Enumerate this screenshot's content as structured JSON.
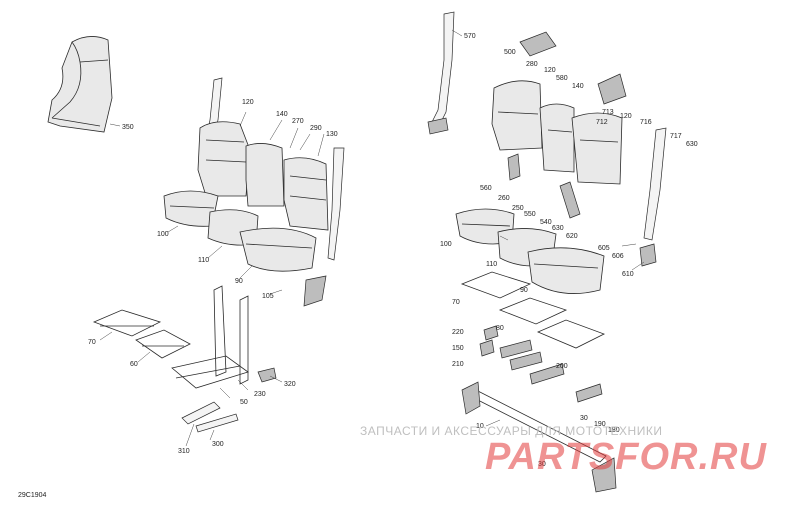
{
  "diagram_code": "29C1904",
  "watermark": {
    "caption": "ЗАПЧАСТИ И АКСЕССУАРЫ ДЛЯ МОТОТЕХНИКИ",
    "logo": "PARTSFOR.RU"
  },
  "labels": {
    "l350": "350",
    "l120a": "120",
    "l140a": "140",
    "l270": "270",
    "l290": "290",
    "l130": "130",
    "l100a": "100",
    "l110a": "110",
    "l90a": "90",
    "l105": "105",
    "l70a": "70",
    "l60a": "60",
    "l50": "50",
    "l230": "230",
    "l320": "320",
    "l310": "310",
    "l300": "300",
    "l570": "570",
    "l500": "500",
    "l280": "280",
    "l120b": "120",
    "l580": "580",
    "l140b": "140",
    "l713": "713",
    "l712": "712",
    "l120c": "120",
    "l716": "716",
    "l717": "717",
    "l630a": "630",
    "l560": "560",
    "l260": "260",
    "l250": "250",
    "l550": "550",
    "l540": "540",
    "l630b": "630",
    "l620": "620",
    "l100b": "100",
    "l110b": "110",
    "l605": "605",
    "l606": "606",
    "l610": "610",
    "l90b": "90",
    "l70b": "70",
    "l80": "80",
    "l220": "220",
    "l150": "150",
    "l210": "210",
    "l200": "200",
    "l30a": "30",
    "l190": "190",
    "l180": "180",
    "l10": "10",
    "l30b": "30"
  }
}
